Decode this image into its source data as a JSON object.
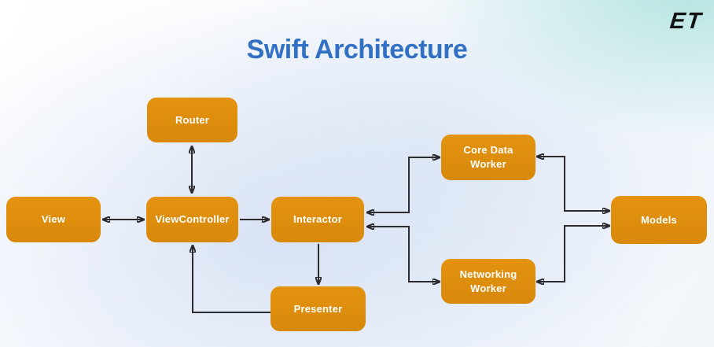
{
  "title": "Swift Architecture",
  "logo": "ET",
  "diagram": {
    "nodes": [
      {
        "id": "router",
        "label": "Router"
      },
      {
        "id": "view",
        "label": "View"
      },
      {
        "id": "viewcontroller",
        "label": "ViewController"
      },
      {
        "id": "interactor",
        "label": "Interactor"
      },
      {
        "id": "presenter",
        "label": "Presenter"
      },
      {
        "id": "core-data-worker",
        "label": "Core Data Worker"
      },
      {
        "id": "networking-worker",
        "label": "Networking Worker"
      },
      {
        "id": "models",
        "label": "Models"
      }
    ],
    "edges": [
      {
        "from": "Router",
        "to": "ViewController",
        "bidirectional": true
      },
      {
        "from": "View",
        "to": "ViewController",
        "bidirectional": true
      },
      {
        "from": "ViewController",
        "to": "Interactor",
        "bidirectional": false
      },
      {
        "from": "Interactor",
        "to": "Presenter",
        "bidirectional": false
      },
      {
        "from": "Presenter",
        "to": "ViewController",
        "bidirectional": false
      },
      {
        "from": "Interactor",
        "to": "Core Data Worker",
        "bidirectional": true
      },
      {
        "from": "Interactor",
        "to": "Networking Worker",
        "bidirectional": true
      },
      {
        "from": "Core Data Worker",
        "to": "Models",
        "bidirectional": true
      },
      {
        "from": "Networking Worker",
        "to": "Models",
        "bidirectional": true
      }
    ]
  },
  "colors": {
    "node_fill": "#E4930F",
    "node_fill_dark": "#D8880B",
    "node_text": "#FFFFFF",
    "arrow": "#2B2B30",
    "title": "#3270C4",
    "logo": "#121215"
  }
}
